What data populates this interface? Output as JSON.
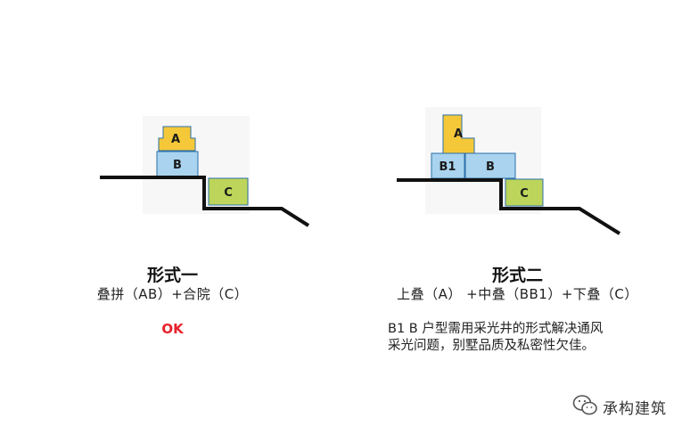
{
  "left": {
    "title": "形式一",
    "subtitle": "叠拼（AB）+合院（C）",
    "verdict": "OK",
    "units": {
      "a": "A",
      "b": "B",
      "c": "C"
    }
  },
  "right": {
    "title": "形式二",
    "subtitle": "上叠（A） +中叠（BB1）+下叠（C）",
    "note_line1": "B1 B 户型需用采光井的形式解决通风",
    "note_line2": "采光问题，别墅品质及私密性欠佳。",
    "units": {
      "a": "A",
      "b1": "B1",
      "b": "B",
      "c": "C"
    }
  },
  "colors": {
    "unit_a": "#f5c839",
    "unit_b": "#a9d3ee",
    "unit_c": "#bcd55a",
    "ground": "#111111",
    "verdict": "#e8202a"
  },
  "watermark": {
    "text": "承构建筑",
    "icon": "wechat-icon"
  }
}
